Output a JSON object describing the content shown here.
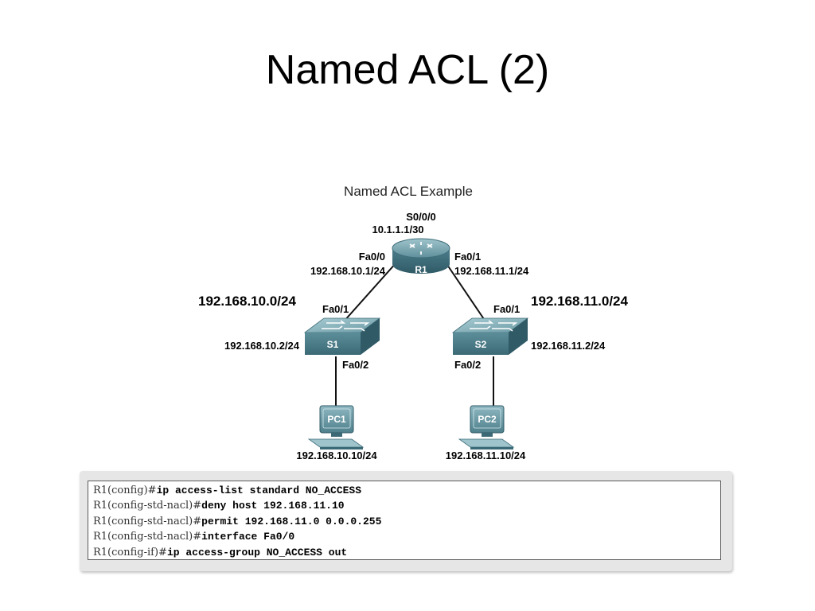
{
  "slide": {
    "title": "Named ACL (2)"
  },
  "diagram": {
    "title": "Named ACL Example",
    "r1": {
      "name": "R1",
      "s000_iface": "S0/0/0",
      "s000_ip": "10.1.1.1/30",
      "fa00_iface": "Fa0/0",
      "fa00_ip": "192.168.10.1/24",
      "fa01_iface": "Fa0/1",
      "fa01_ip": "192.168.11.1/24"
    },
    "s1": {
      "name": "S1",
      "up_iface": "Fa0/1",
      "ip": "192.168.10.2/24",
      "down_iface": "Fa0/2"
    },
    "s2": {
      "name": "S2",
      "up_iface": "Fa0/1",
      "ip": "192.168.11.2/24",
      "down_iface": "Fa0/2"
    },
    "pc1": {
      "name": "PC1",
      "ip": "192.168.10.10/24"
    },
    "pc2": {
      "name": "PC2",
      "ip": "192.168.11.10/24"
    },
    "networks": {
      "left": "192.168.10.0/24",
      "right": "192.168.11.0/24"
    }
  },
  "cli": {
    "lines": [
      {
        "prompt": "R1(config)#",
        "cmd": "ip access-list standard NO_ACCESS"
      },
      {
        "prompt": "R1(config-std-nacl)#",
        "cmd": "deny host 192.168.11.10"
      },
      {
        "prompt": "R1(config-std-nacl)#",
        "cmd": "permit 192.168.11.0 0.0.0.255"
      },
      {
        "prompt": "R1(config-std-nacl)#",
        "cmd": "interface Fa0/0"
      },
      {
        "prompt": "R1(config-if)#",
        "cmd": "ip access-group NO_ACCESS out"
      }
    ]
  }
}
